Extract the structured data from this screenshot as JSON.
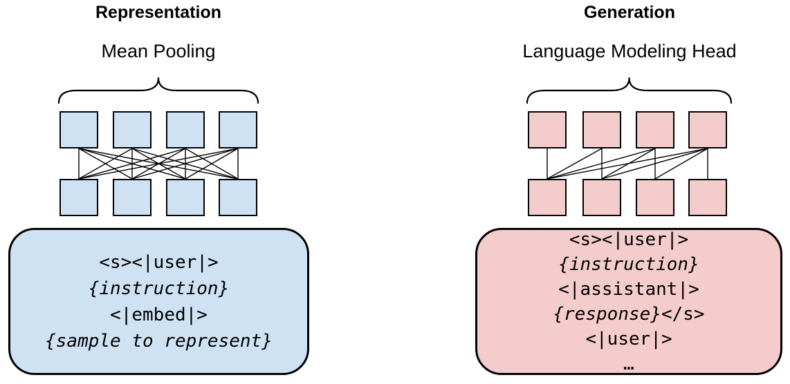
{
  "panels": [
    {
      "title": "Representation",
      "head_label": "Mean Pooling",
      "fill_color": "#cfe2f3",
      "attention": "bidirectional",
      "prompt_lines": [
        {
          "segments": [
            {
              "text": "<s><|user|>",
              "italic": false
            }
          ]
        },
        {
          "segments": [
            {
              "text": "{instruction}",
              "italic": true
            }
          ]
        },
        {
          "segments": [
            {
              "text": "<|embed|>",
              "italic": false
            }
          ]
        },
        {
          "segments": [
            {
              "text": "{sample to represent}",
              "italic": true
            }
          ]
        }
      ]
    },
    {
      "title": "Generation",
      "head_label": "Language Modeling Head",
      "fill_color": "#f4cccc",
      "attention": "causal",
      "prompt_lines": [
        {
          "segments": [
            {
              "text": "<s><|user|>",
              "italic": false
            }
          ]
        },
        {
          "segments": [
            {
              "text": "{instruction}",
              "italic": true
            }
          ]
        },
        {
          "segments": [
            {
              "text": "<|assistant|>",
              "italic": false
            }
          ]
        },
        {
          "segments": [
            {
              "text": "{response}",
              "italic": true
            },
            {
              "text": "</s>",
              "italic": false
            }
          ]
        },
        {
          "segments": [
            {
              "text": "<|user|>",
              "italic": false
            }
          ]
        },
        {
          "segments": [
            {
              "text": "…",
              "italic": false
            }
          ]
        }
      ]
    }
  ],
  "colors": {
    "representation_fill": "#cfe2f3",
    "generation_fill": "#f4cccc",
    "stroke": "#000000"
  },
  "tokens_per_row": 4
}
